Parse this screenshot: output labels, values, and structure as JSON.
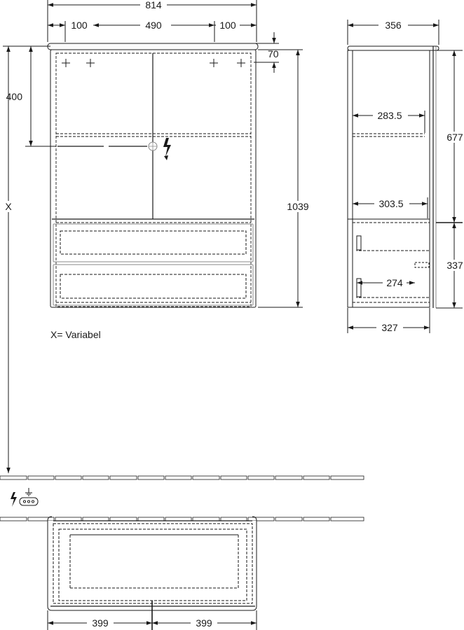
{
  "front_view": {
    "width_total": "814",
    "segment_left": "100",
    "segment_center": "490",
    "segment_right": "100",
    "top_offset": "70",
    "upper_height": "400",
    "total_height": "1039",
    "wall_height_symbol": "X"
  },
  "side_view": {
    "width_top": "356",
    "shelf_upper_depth": "283.5",
    "shelf_lower_depth": "303.5",
    "drawer_depth": "274",
    "width_bottom": "327",
    "upper_height": "677",
    "drawer_height": "337"
  },
  "legend": {
    "x_note": "X= Variabel"
  },
  "plan_view": {
    "left_half": "399",
    "right_half": "399"
  },
  "icons": {
    "power": "lightning-bolt-icon",
    "socket": "socket-outlet-icon"
  },
  "colors": {
    "line": "#1a1a1a",
    "gray": "#8a8a8a"
  }
}
